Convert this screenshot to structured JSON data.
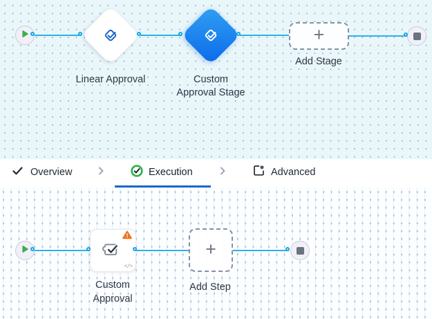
{
  "colors": {
    "canvas_top_bg": "#e9f6fa",
    "canvas_bottom_bg": "#fdfeff",
    "edge_blue": "#2bb0e8",
    "port_ring_blue": "#12a6e4",
    "selected_stage_gradient_start": "#31a0f4",
    "selected_stage_gradient_end": "#0b6ae9",
    "stage_icon_blue": "#1b67c9",
    "start_play_green": "#3fae4e",
    "stop_square_slate": "#6b7280",
    "warning_orange": "#ee7420",
    "active_tab_underline": "#1767c9",
    "execution_check_green": "#28b14c"
  },
  "stage_canvas": {
    "start_node": {
      "icon": "play-icon"
    },
    "stages": [
      {
        "icon": "approval-stage-icon",
        "selected": false,
        "label": "Linear Approval"
      },
      {
        "icon": "approval-stage-icon",
        "selected": true,
        "label_line1": "Custom",
        "label_line2": "Approval Stage"
      }
    ],
    "add_stage": {
      "plus": "+",
      "label": "Add Stage"
    },
    "end_node": {
      "icon": "stop-icon"
    }
  },
  "tab_bar": {
    "tabs": [
      {
        "label": "Overview",
        "icon": "check-icon",
        "active": false
      },
      {
        "label": "Execution",
        "icon": "check-circle-icon",
        "active": true
      },
      {
        "label": "Advanced",
        "icon": "advanced-settings-icon",
        "active": false
      }
    ]
  },
  "step_canvas": {
    "start_node": {
      "icon": "play-icon"
    },
    "step": {
      "icon": "approval-task-icon",
      "warning_icon": "warning-icon",
      "code_glyph": "</>",
      "label_line1": "Custom",
      "label_line2": "Approval"
    },
    "add_step": {
      "plus": "+",
      "label": "Add Step"
    },
    "end_node": {
      "icon": "stop-icon"
    }
  }
}
